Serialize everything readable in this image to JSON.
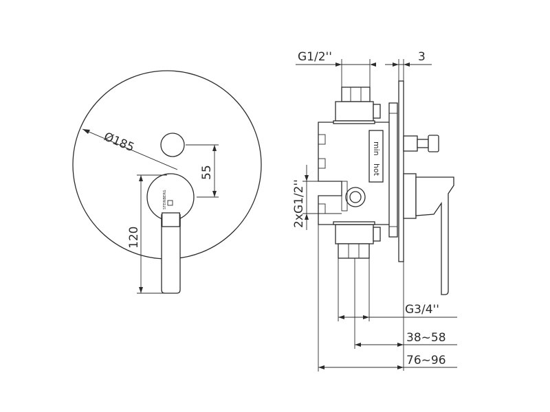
{
  "dimensions": {
    "plate_diameter": "Ø185",
    "spout_offset": "55",
    "handle_length": "120",
    "inlet_top": "G1/2''",
    "plate_thickness": "3",
    "side_inlets": "2xG1/2''",
    "outlet": "G3/4''",
    "depth_min": "38~58",
    "depth_total": "76~96"
  },
  "markings": {
    "brand": "STEINBERG",
    "cold": "min",
    "hot": "hot"
  }
}
